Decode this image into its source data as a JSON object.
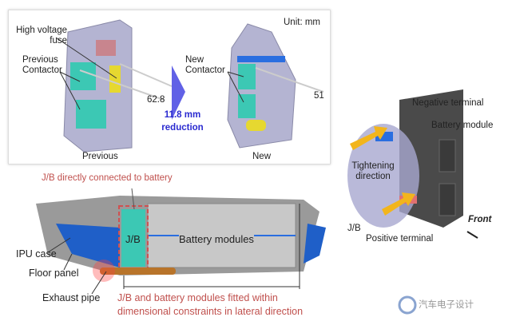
{
  "top_panel": {
    "unit": "Unit: mm",
    "previous": {
      "fuse_label": "High voltage fuse",
      "contactor_label": "Previous Contactor",
      "dimension": "62.8",
      "caption": "Previous"
    },
    "reduction": {
      "line1": "11.8 mm",
      "line2": "reduction"
    },
    "new": {
      "contactor_label": "New Contactor",
      "dimension": "51",
      "caption": "New"
    }
  },
  "bottom_panel": {
    "title": "J/B directly connected to battery",
    "jb": "J/B",
    "modules": "Battery modules",
    "ipu_case": "IPU case",
    "floor_panel": "Floor panel",
    "exhaust_pipe": "Exhaust pipe",
    "note_line1": "J/B and battery modules fitted within",
    "note_line2": "dimensional constraints in lateral direction"
  },
  "right_panel": {
    "negative_terminal": "Negative terminal",
    "battery_module": "Battery module",
    "tightening_direction": "Tightening direction",
    "jb": "J/B",
    "positive_terminal": "Positive terminal",
    "front": "Front"
  },
  "watermark": "汽车电子设计",
  "colors": {
    "annotation_red": "#c0504d",
    "reduction_blue": "#2a2ad0",
    "contactor_cyan": "#3cc8b4",
    "case_blue": "#1f5fc8",
    "arrow_yellow": "#f2b51c"
  }
}
